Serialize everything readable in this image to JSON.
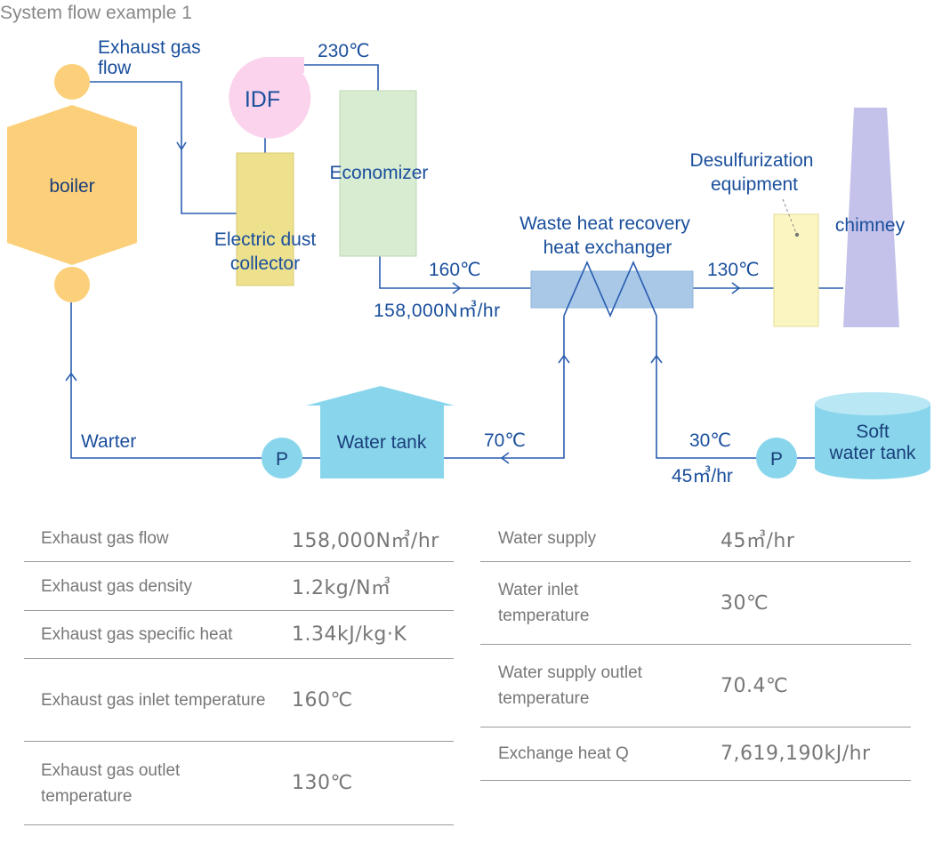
{
  "title": "System flow example 1",
  "diagram": {
    "boiler": "boiler",
    "idf": "IDF",
    "exhaust_gas_flow_line1": "Exhaust gas",
    "exhaust_gas_flow_line2": "flow",
    "temp_230": "230℃",
    "economizer": "Economizer",
    "edc_line1": "Electric dust",
    "edc_line2": "collector",
    "temp_160": "160℃",
    "flow_158000": "158,000N㎥/hr",
    "whr_line1": "Waste heat recovery",
    "whr_line2": "heat exchanger",
    "temp_130": "130℃",
    "desulf_line1": "Desulfurization",
    "desulf_line2": "equipment",
    "chimney": "chimney",
    "water_tank": "Water tank",
    "temp_70": "70℃",
    "temp_30": "30℃",
    "flow_45": "45㎥/hr",
    "soft_line1": "Soft",
    "soft_line2": "water tank",
    "warter": "Warter",
    "pump_label": "P"
  },
  "table_left": [
    {
      "label": "Exhaust gas flow",
      "value": "158,000N㎥/hr"
    },
    {
      "label": "Exhaust gas density",
      "value": "1.2kg/N㎥"
    },
    {
      "label": "Exhaust gas specific heat",
      "value": "1.34kJ/kg·K"
    },
    {
      "label": "Exhaust gas inlet temperature",
      "value": "160℃"
    },
    {
      "label": "Exhaust gas outlet temperature",
      "value": "130℃"
    }
  ],
  "table_right": [
    {
      "label": "Water supply",
      "value": "45㎥/hr"
    },
    {
      "label": "Water inlet temperature",
      "value": "30℃"
    },
    {
      "label": "Water supply outlet temperature",
      "value": "70.4℃"
    },
    {
      "label": "Exchange heat Q",
      "value": "7,619,190kJ/hr"
    }
  ],
  "colors": {
    "boiler": "#fcd07a",
    "idf": "#fbd3ec",
    "economizer": "#d8ecd1",
    "dust_collector": "#ede18e",
    "heat_exchanger": "#a9c8e8",
    "desulfurization": "#fbf6c1",
    "chimney": "#c4c2ea",
    "tank": "#89d6ec",
    "line": "#2a5db0"
  }
}
